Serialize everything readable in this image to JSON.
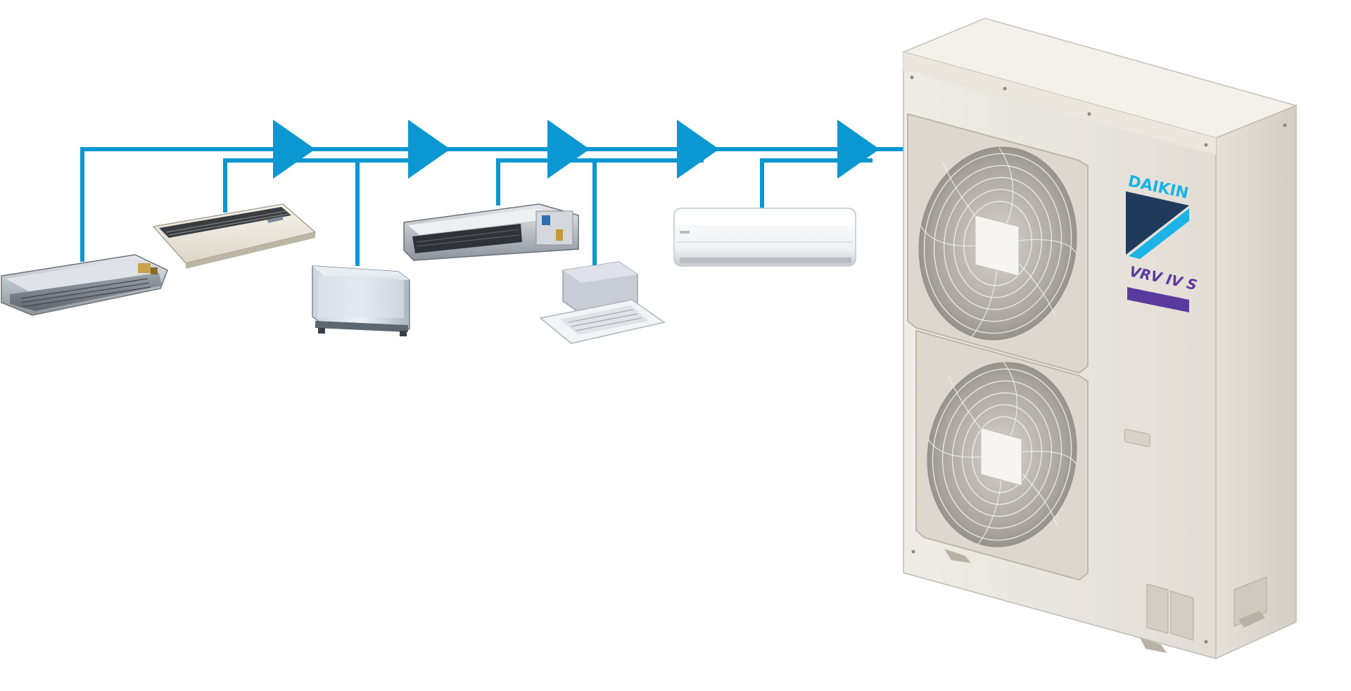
{
  "diagram": {
    "pipe_color": "#0a97d2",
    "indoor_units": [
      {
        "name": "slim-ducted-unit-1"
      },
      {
        "name": "ceiling-suspended-unit"
      },
      {
        "name": "floor-standing-unit"
      },
      {
        "name": "ducted-unit"
      },
      {
        "name": "cassette-unit"
      },
      {
        "name": "wall-mounted-unit"
      }
    ],
    "outdoor_unit": {
      "brand": "DAIKIN",
      "model_badge": "VRV IV S",
      "logo_colors": {
        "dark": "#1f3a5a",
        "light": "#1bb3e6"
      },
      "badge_color": "#5b3a9e",
      "fan_count": 2
    }
  }
}
